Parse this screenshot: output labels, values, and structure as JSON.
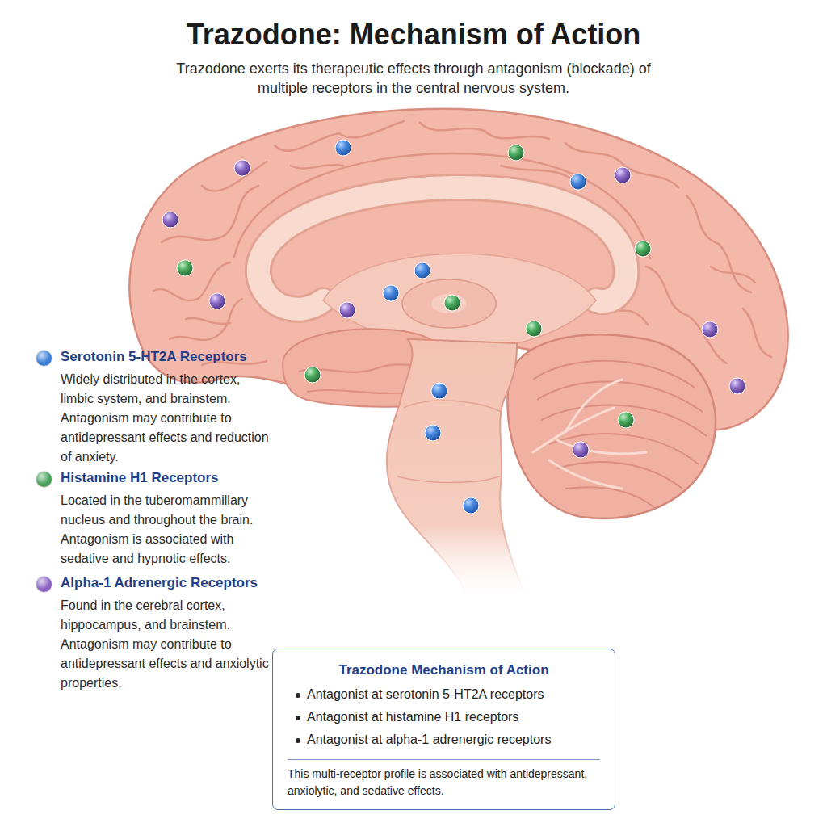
{
  "diagram": {
    "title": "Trazodone: Mechanism of Action",
    "nodes": [
      {
        "text": [
          "Trazodone Mechanism of Action",
          "Antagonist at serotonin 5-HT2A receptors",
          "Antagonist at histamine H1 receptors",
          "Antagonist at alpha-1 adrenergic receptors",
          "This multi-receptor profile is associated with antidepressant, anxiolytic, and sedative effects."
        ]
      }
    ],
    "labels": [
      "Trazodone exerts its therapeutic effects through antagonism (blockade) of multiple receptors in the central nervous system.",
      "Widely distributed in the cortex, limbic system, and brainstem. Antagonism may contribute to antidepressant effects and reduction of anxiety.",
      "Located in the tuberomammillary nucleus and throughout the brain. Antagonism is associated with sedative and hypnotic effects.",
      "Found in the cerebral cortex, hippocampus, and brainstem. Antagonism may contribute to antidepressant effects and anxiolytic properties."
    ],
    "legend": [
      {
        "text": "Serotonin 5-HT2A Receptors",
        "color": "#3b7fd8"
      },
      {
        "text": "Histamine H1 Receptors",
        "color": "#48a05a"
      },
      {
        "text": "Alpha-1 Adrenergic Receptors",
        "color": "#8a62c2"
      }
    ]
  }
}
